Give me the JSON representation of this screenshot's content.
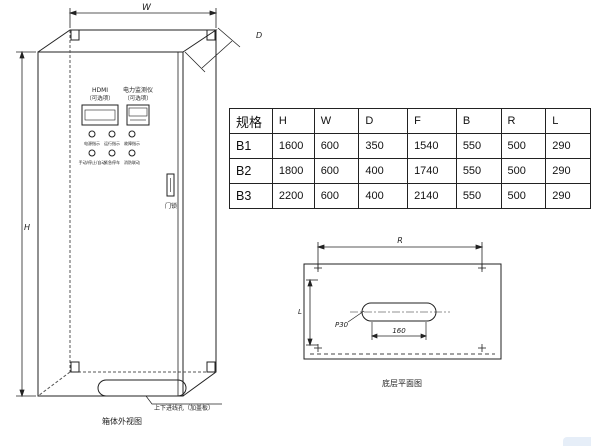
{
  "cabinet": {
    "dim_w": "W",
    "dim_d": "D",
    "dim_h": "H",
    "hmi_title": "HDMI",
    "hmi_optional": "（可选项）",
    "monitor_title": "电力监测仪",
    "monitor_optional": "（可选项）",
    "indicator_labels": [
      "电源指示",
      "运行指示",
      "故障指示",
      "手动/停止/自动",
      "紧急停车",
      "消防联动"
    ],
    "door_lock_label": "门锁",
    "cable_hole_label": "上下进线孔（加盖板）",
    "view_caption": "箱体外视图"
  },
  "spec_table": {
    "headers": [
      "规格",
      "H",
      "W",
      "D",
      "F",
      "B",
      "R",
      "L"
    ],
    "rows": [
      [
        "B1",
        "1600",
        "600",
        "350",
        "1540",
        "550",
        "500",
        "290"
      ],
      [
        "B2",
        "1800",
        "600",
        "400",
        "1740",
        "550",
        "500",
        "290"
      ],
      [
        "B3",
        "2200",
        "600",
        "400",
        "2140",
        "550",
        "500",
        "290"
      ]
    ]
  },
  "base_plan": {
    "dim_r": "R",
    "dim_l": "L",
    "slot_radius": "P30",
    "slot_length": "160",
    "caption": "底层平面图"
  }
}
